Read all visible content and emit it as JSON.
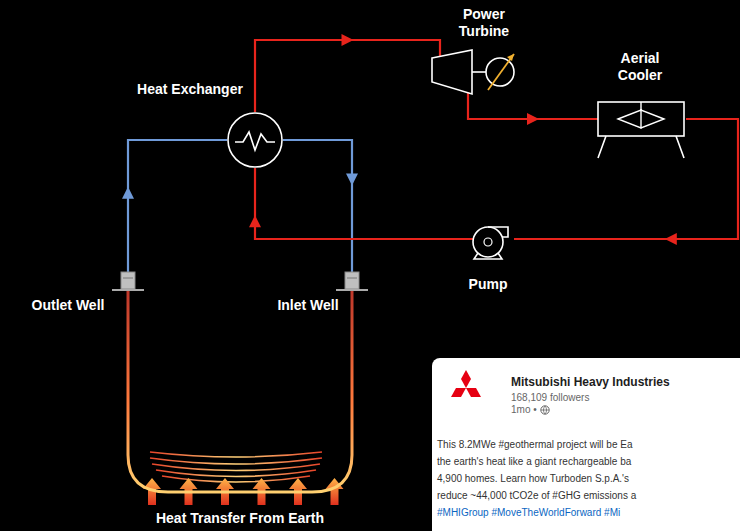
{
  "diagram": {
    "nodes": [
      {
        "text": [
          "Heat Exchanger"
        ]
      },
      {
        "text": [
          "Power Turbine"
        ]
      },
      {
        "text": [
          "Aerial Cooler"
        ]
      },
      {
        "text": [
          "Pump"
        ]
      },
      {
        "text": [
          "Outlet Well"
        ]
      },
      {
        "text": [
          "Inlet Well"
        ]
      },
      {
        "text": [
          "Mitsubishi Heavy Industries",
          "168,109 followers",
          "1mo •",
          "This 8.2MWe #geothermal project will be Ea",
          "the earth's heat like a giant rechargeable ba",
          "4,900 homes. Learn how Turboden S.p.A.'s",
          "reduce ~44,000 tCO2e of #GHG emissions a",
          "#MHIGroup #MoveTheWorldForward #Mi"
        ]
      }
    ],
    "edges": [
      {
        "from": 4,
        "to": 0,
        "arrow": "to"
      },
      {
        "from": 0,
        "to": 5,
        "arrow": "to"
      },
      {
        "from": 5,
        "to": 4,
        "arrow": "none"
      },
      {
        "from": 0,
        "to": 1,
        "arrow": "to"
      },
      {
        "from": 1,
        "to": 2,
        "arrow": "to"
      },
      {
        "from": 2,
        "to": 3,
        "arrow": "to"
      },
      {
        "from": 3,
        "to": 0,
        "arrow": "to"
      }
    ],
    "labels": [
      "Heat Transfer From Earth"
    ]
  }
}
